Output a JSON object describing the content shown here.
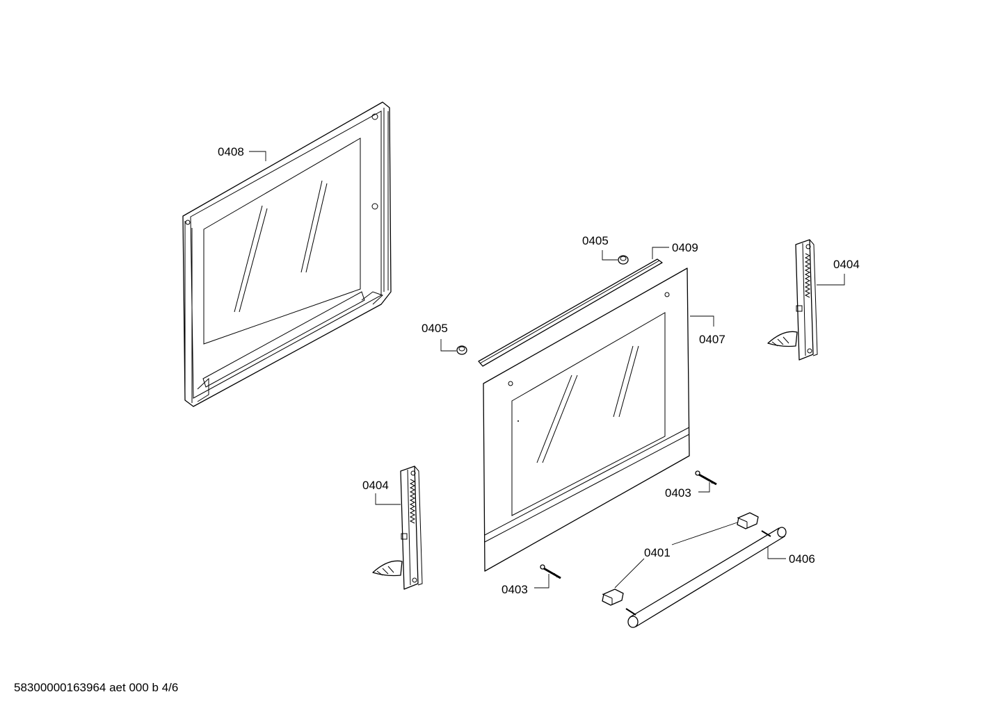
{
  "callouts": {
    "c0408": "0408",
    "c0405a": "0405",
    "c0409": "0409",
    "c0404a": "0404",
    "c0405b": "0405",
    "c0407": "0407",
    "c0404b": "0404",
    "c0403a": "0403",
    "c0401": "0401",
    "c0406": "0406",
    "c0403b": "0403"
  },
  "footer": {
    "text": "58300000163964 aet 000 b 4/6"
  }
}
